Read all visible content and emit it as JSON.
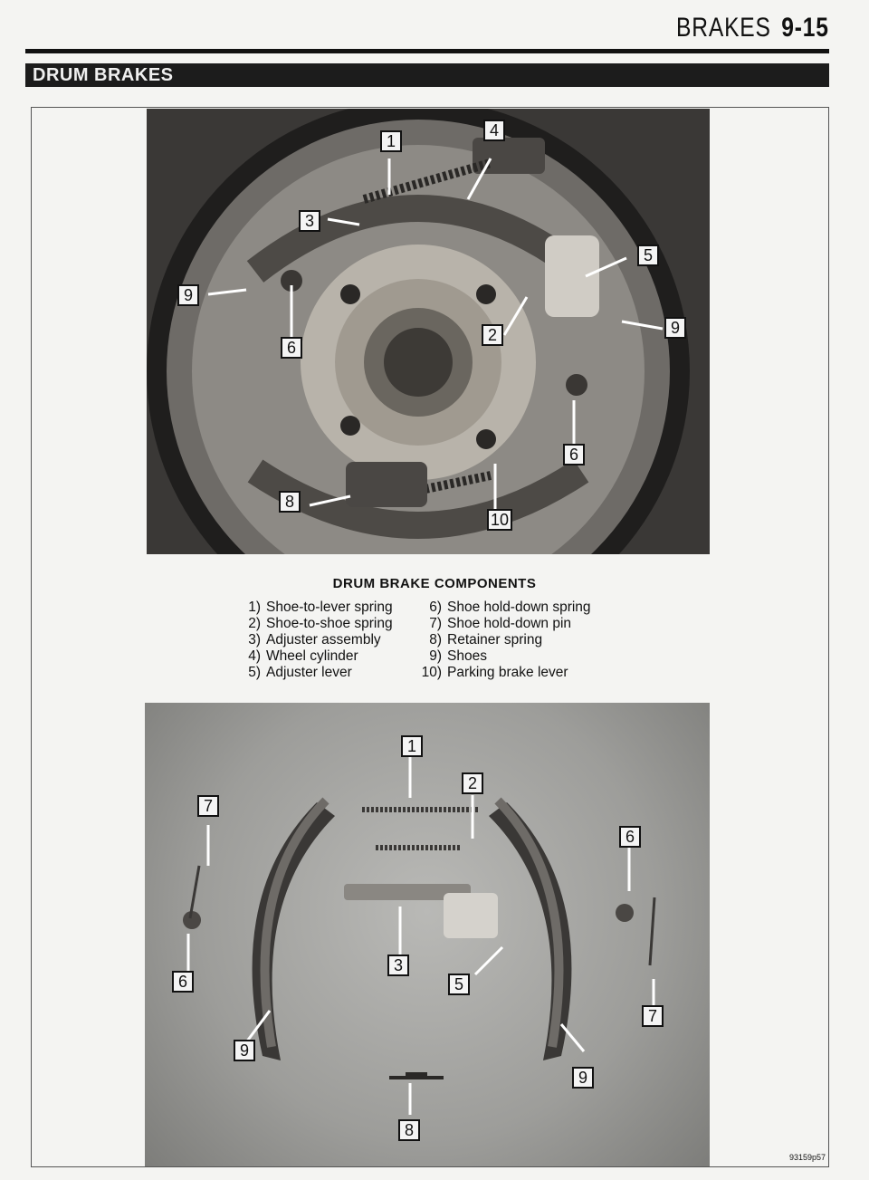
{
  "header": {
    "title": "BRAKES",
    "section_number": "9-15"
  },
  "section_title": "DRUM BRAKES",
  "figure": {
    "caption_title": "DRUM BRAKE COMPONENTS",
    "legend_left": [
      {
        "num": "1)",
        "text": "Shoe-to-lever spring"
      },
      {
        "num": "2)",
        "text": "Shoe-to-shoe spring"
      },
      {
        "num": "3)",
        "text": "Adjuster assembly"
      },
      {
        "num": "4)",
        "text": "Wheel cylinder"
      },
      {
        "num": "5)",
        "text": "Adjuster lever"
      }
    ],
    "legend_right": [
      {
        "num": "6)",
        "text": "Shoe hold-down spring"
      },
      {
        "num": "7)",
        "text": "Shoe hold-down pin"
      },
      {
        "num": "8)",
        "text": "Retainer spring"
      },
      {
        "num": "9)",
        "text": "Shoes"
      },
      {
        "num": "10)",
        "text": "Parking brake lever"
      }
    ],
    "top_callouts": [
      "1",
      "4",
      "3",
      "5",
      "9",
      "9",
      "6",
      "2",
      "6",
      "8",
      "10"
    ],
    "bottom_callouts": [
      "1",
      "2",
      "7",
      "6",
      "3",
      "5",
      "6",
      "7",
      "9",
      "9",
      "8"
    ],
    "photo_id": "93159p57"
  }
}
